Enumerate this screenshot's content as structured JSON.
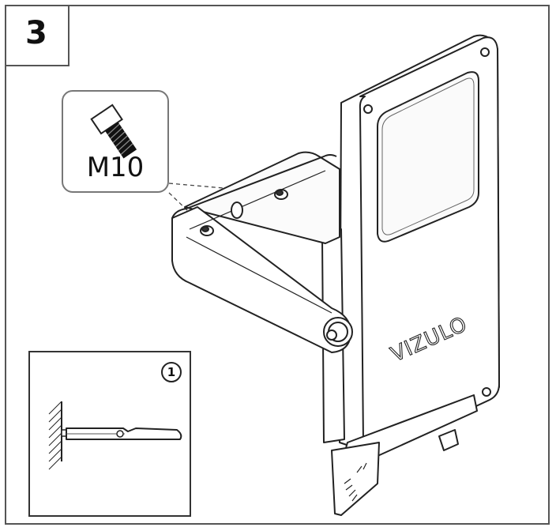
{
  "step": {
    "number": "3"
  },
  "callout": {
    "label": "M10",
    "icon": "hex-socket-bolt-icon"
  },
  "inset": {
    "badge": "1",
    "icon": "wall-mounted-luminaire-icon"
  },
  "product": {
    "brand": "VIZULO"
  },
  "colors": {
    "line": "#222222",
    "frame": "#555555",
    "light_fill": "#f7f7f7",
    "thread": "#111111"
  }
}
